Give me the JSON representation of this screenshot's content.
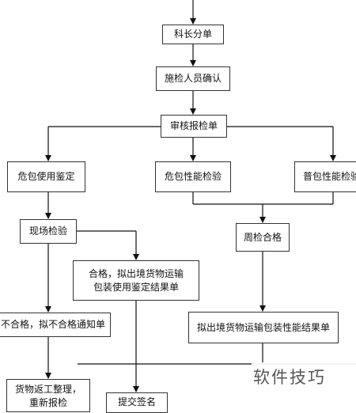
{
  "nodes": {
    "keshi_split": "科长分单",
    "inspector_confirm": "施检人员确认",
    "review_report": "审核报检单",
    "danger_use_assess": "危包使用鉴定",
    "danger_perf_inspect": "危包性能检验",
    "general_perf_inspect": "普包性能检验",
    "onsite_inspect": "现场检验",
    "periodic_qualified": "周检合格",
    "qualified_result": "合格，拟出境货物运输包装使用鉴定结果单",
    "unqualified_notice": "不合格，拟不合格通知单",
    "perf_result": "拟出境货物运输包装性能结果单",
    "rework": "货物返工整理，重新报检",
    "bottom_partial": "提交签名"
  },
  "watermark": "软件技巧"
}
